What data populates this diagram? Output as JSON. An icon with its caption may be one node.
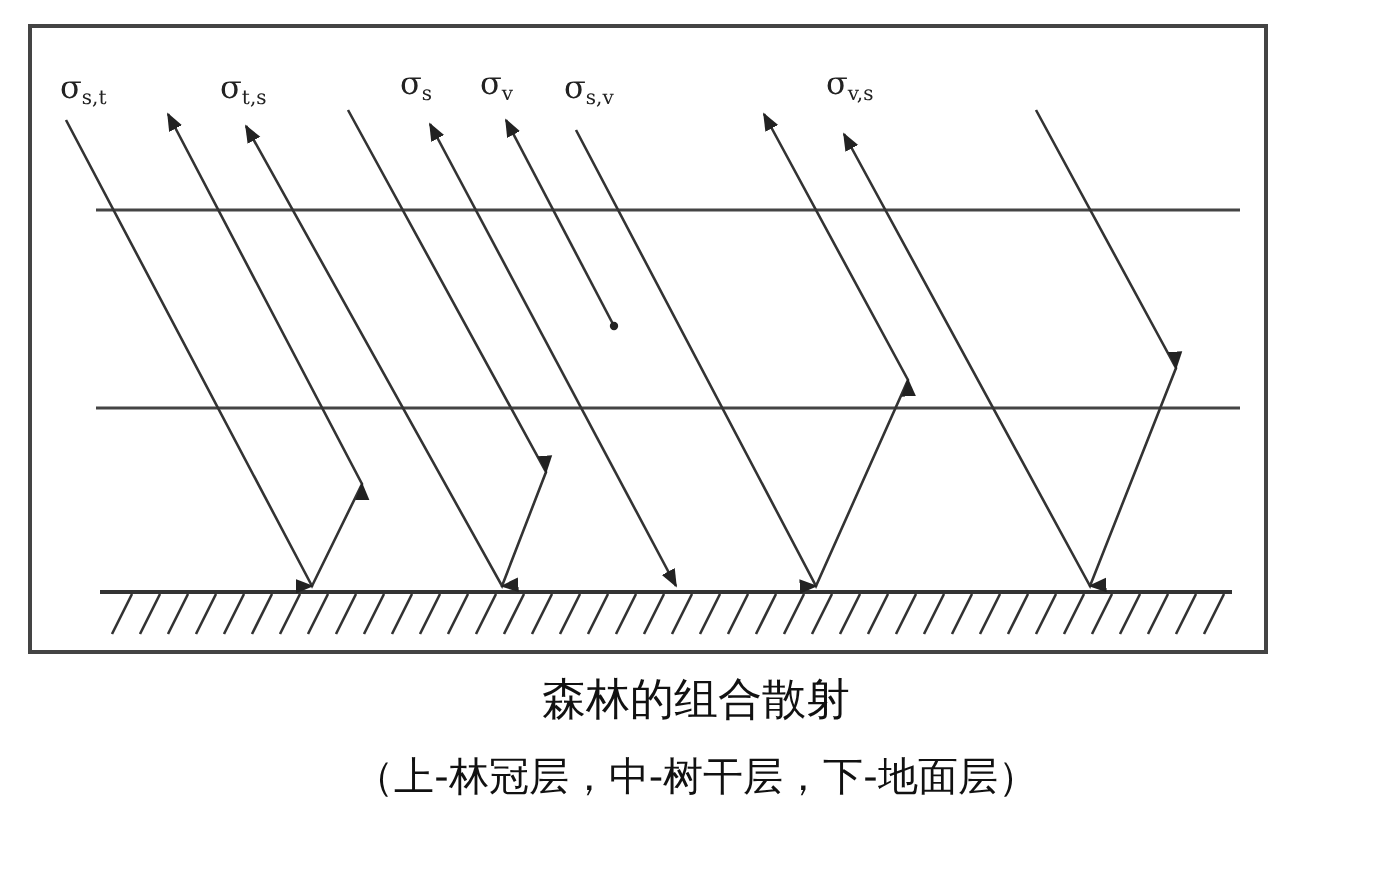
{
  "diagram": {
    "caption": "森林的组合散射",
    "labels": [
      "σ$_{s,t}$",
      "σ$_{t,s}$",
      "σ$_{s}$",
      "σ$_{v}$",
      "σ$_{s,v}$",
      "σ$_{v,s}$",
      "（上-林冠层，中-树干层，下-地面层）"
    ]
  }
}
